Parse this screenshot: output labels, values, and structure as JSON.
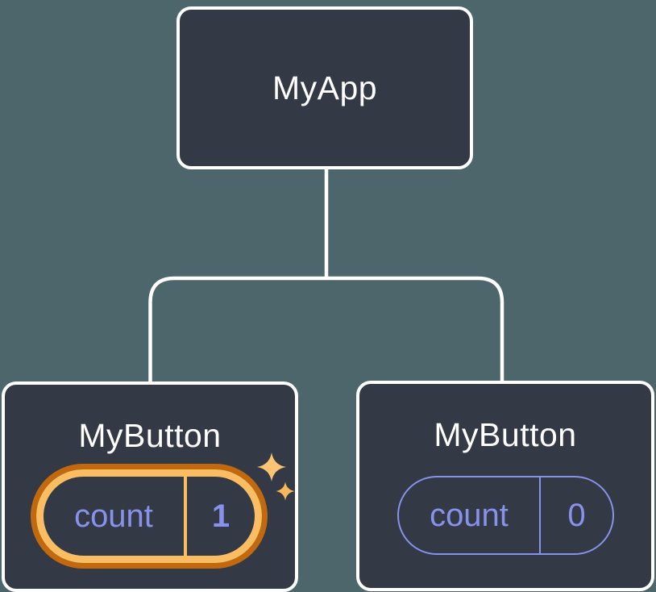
{
  "diagram": {
    "root": {
      "label": "MyApp"
    },
    "children": [
      {
        "label": "MyButton",
        "highlighted": true,
        "state": {
          "name": "count",
          "value": "1"
        }
      },
      {
        "label": "MyButton",
        "highlighted": false,
        "state": {
          "name": "count",
          "value": "0"
        }
      }
    ],
    "icons": [
      {
        "name": "sparkles-icon",
        "glyph": "✦"
      }
    ]
  },
  "colors": {
    "background": "#4D666C",
    "node_fill": "#343A45",
    "node_border": "#FFFFFF",
    "label_text": "#FFFFFF",
    "state_text": "#8891EC",
    "pill_border_normal": "#8891EC",
    "highlight_ring_outer": "#C2690F",
    "highlight_ring_inner": "#FABD62",
    "sparkle_large": "#FCC472",
    "sparkle_small": "#F9B75C",
    "connector": "#FFFFFF"
  }
}
